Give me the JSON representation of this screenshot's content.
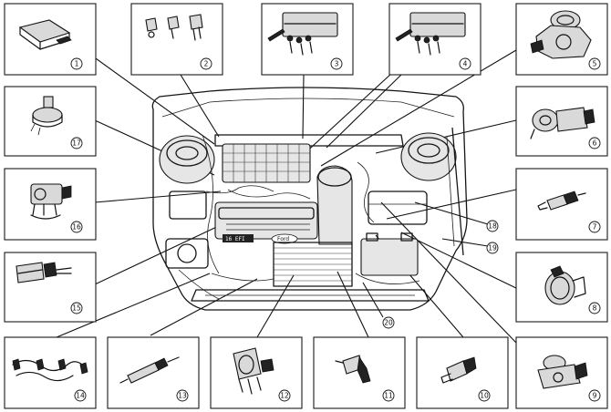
{
  "labels": {
    "c1": "1",
    "c2": "2",
    "c3": "3",
    "c4": "4",
    "c5": "5",
    "c6": "6",
    "c7": "7",
    "c8": "8",
    "c9": "9",
    "c10": "10",
    "c11": "11",
    "c12": "12",
    "c13": "13",
    "c14": "14",
    "c15": "15",
    "c16": "16",
    "c17": "17",
    "c18": "18",
    "c19": "19",
    "c20": "20"
  },
  "engine_badge_left": "16 EFI",
  "engine_badge_right": "Ford"
}
